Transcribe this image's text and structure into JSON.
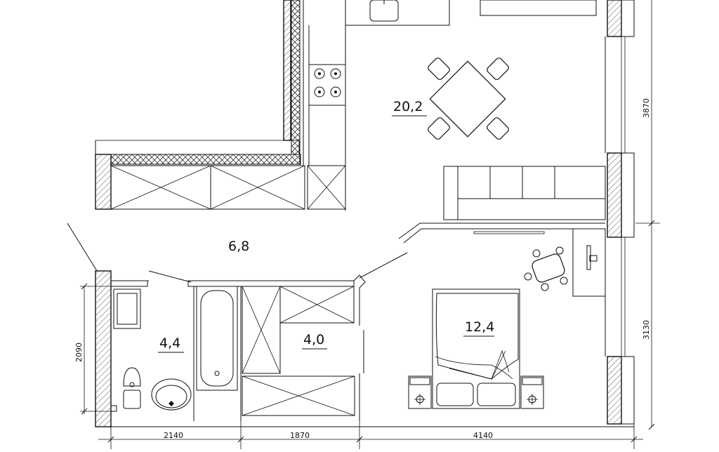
{
  "rooms": [
    {
      "id": "kitchen-living",
      "area": "20,2"
    },
    {
      "id": "hall",
      "area": "6,8"
    },
    {
      "id": "bathroom",
      "area": "4,4"
    },
    {
      "id": "wardrobe",
      "area": "4,0"
    },
    {
      "id": "bedroom",
      "area": "12,4"
    }
  ],
  "dimensions": {
    "bottom": [
      "2140",
      "1870",
      "4140"
    ],
    "right": [
      "3870",
      "3130"
    ],
    "left": [
      "2090"
    ]
  }
}
